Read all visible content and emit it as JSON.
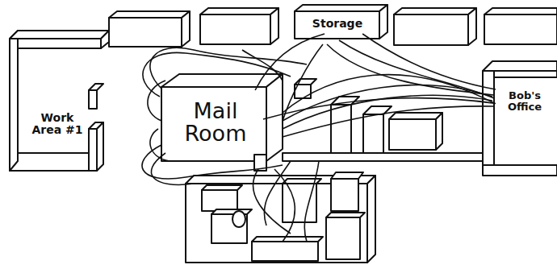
{
  "diagram": {
    "nodes": [
      {
        "text": [
          "Work Area #1"
        ]
      },
      {
        "text": [
          "Mail Room"
        ]
      },
      {
        "text": [
          "Storage"
        ]
      },
      {
        "text": [
          "Bob's Office"
        ]
      }
    ],
    "edges": [
      {
        "from": 1,
        "to": 3,
        "arrow": "none"
      },
      {
        "from": 2,
        "to": 3,
        "arrow": "none"
      },
      {
        "from": 1,
        "to": 2,
        "arrow": "none"
      }
    ]
  }
}
